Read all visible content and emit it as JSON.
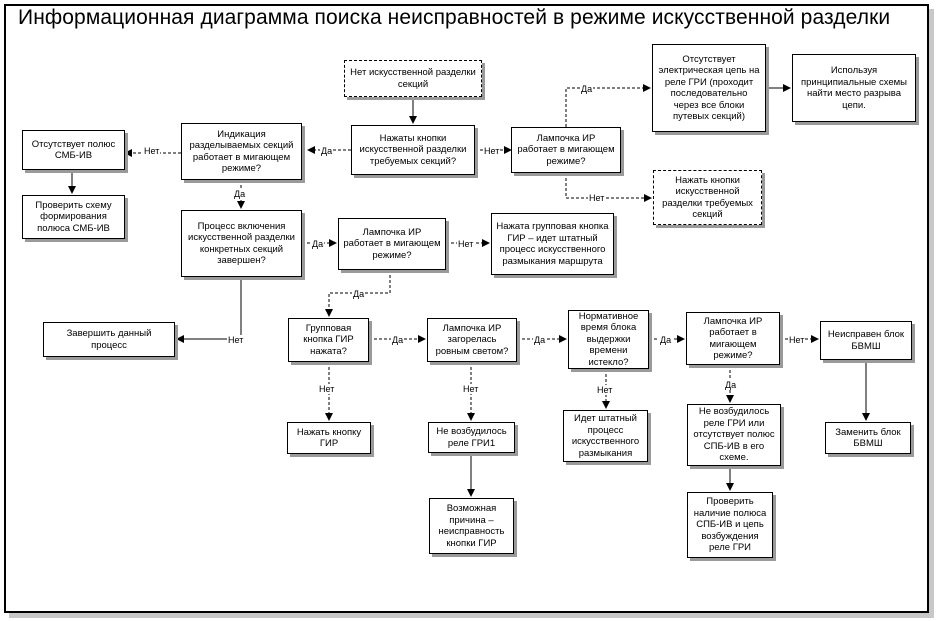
{
  "title": "Информационная диаграмма поиска неисправностей в режиме искусственной разделки",
  "nodes": {
    "no_sep": "Нет искусственной разделки секций",
    "pressed_buttons": "Нажаты кнопки искусственной разделки требуемых секций?",
    "lamp_ir_1": "Лампочка ИР работает в мигающем режиме?",
    "no_circuit": "Отсутствует электрическая цепь на реле ГРИ (проходит последовательно через все блоки путевых секций)",
    "use_schemes": "Используя принципиальные схемы найти место разрыва цепи.",
    "press_buttons": "Нажать кнопки искусственной разделки требуемых секций",
    "indication": "Индикация разделываемых секций работает в мигающем режиме?",
    "no_pole_smb": "Отсутствует полюс СМБ-ИВ",
    "check_smb": "Проверить схему формирования полюса СМБ-ИВ",
    "process_done": "Процесс включения искусственной разделки конкретных секций завершен?",
    "lamp_ir_2": "Лампочка ИР работает в мигающем режиме?",
    "group_pressed": "Нажата групповая кнопка ГИР – идет штатный процесс искусственного размыкания маршрута",
    "finish": "Завершить данный процесс",
    "group_gir": "Групповая кнопка ГИР нажата?",
    "lamp_steady": "Лампочка ИР загорелась ровным светом?",
    "normative": "Нормативное время блока выдержки времени истекло?",
    "lamp_ir_3": "Лампочка ИР работает в мигающем режиме?",
    "faulty_bvmsh": "Неисправен блок БВМШ",
    "press_gir": "Нажать кнопку ГИР",
    "no_gri1": "Не возбудилось реле ГРИ1",
    "standard_process": "Идет штатный процесс искусственного размыкания",
    "no_gri_spb": "Не возбудилось реле ГРИ или отсутствует полюс СПБ-ИВ в его схеме.",
    "replace_bvmsh": "Заменить блок БВМШ",
    "possible_cause": "Возможная причина – неисправность кнопки ГИР",
    "check_pole_spb": "Проверить наличие полюса СПБ-ИВ и цепь возбуждения реле ГРИ"
  },
  "labels": {
    "yes": "Да",
    "no": "Нет"
  }
}
